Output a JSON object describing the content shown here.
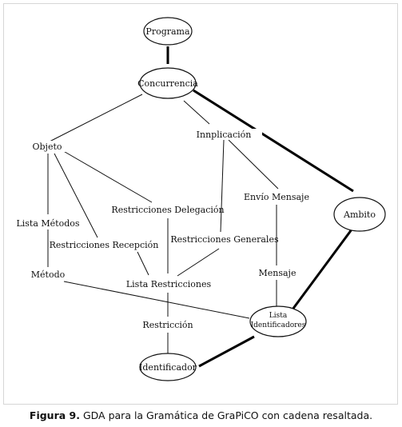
{
  "diagram": {
    "nodes": {
      "programa": "Programa",
      "concurrencia": "Concurrencia",
      "ambito": "Ambito",
      "lista_identificadores_1": "Lista",
      "lista_identificadores_2": "Identificadores",
      "identificador": "Identificador"
    },
    "labels": {
      "objeto": "Objeto",
      "implicacion": "Innplicación",
      "lista_metodos": "Lista Métodos",
      "restricciones_delegacion": "Restricciones Delegación",
      "envio_mensaje": "Envío Mensaje",
      "restricciones_recepcion": "Restricciones Recepción",
      "restricciones_generales": "Restricciones Generales",
      "metodo": "Método",
      "mensaje": "Mensaje",
      "lista_restricciones": "Lista Restricciones",
      "restriccion": "Restricción"
    }
  },
  "caption": {
    "label": "Figura 9.",
    "text": "GDA para la Gramática de GraPiCO con cadena resaltada."
  }
}
